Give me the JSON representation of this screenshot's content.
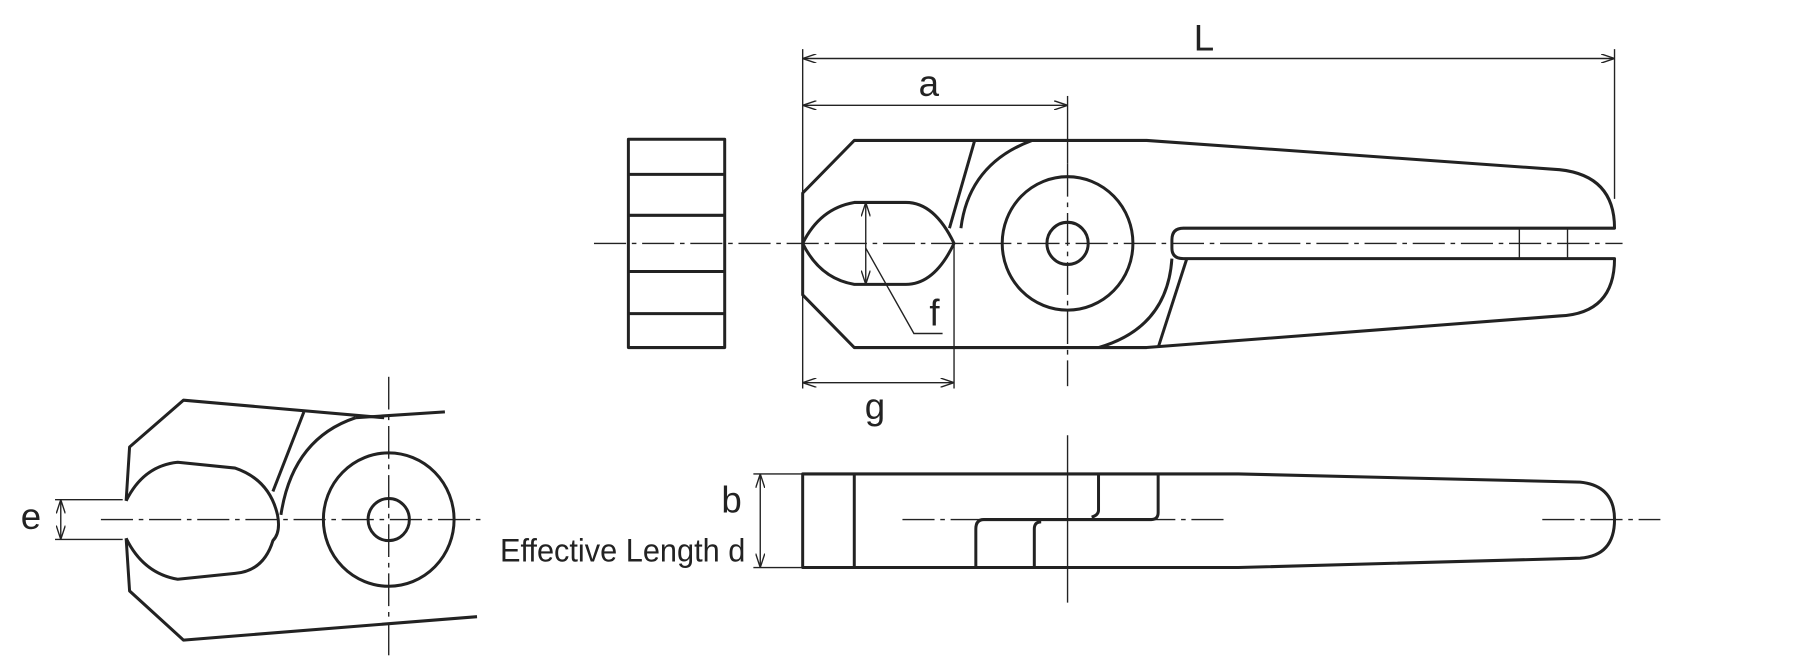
{
  "labels": {
    "L": "L",
    "a": "a",
    "g": "g",
    "f": "f",
    "b": "b",
    "e": "e",
    "effective_length_d": "Effective Length d"
  }
}
